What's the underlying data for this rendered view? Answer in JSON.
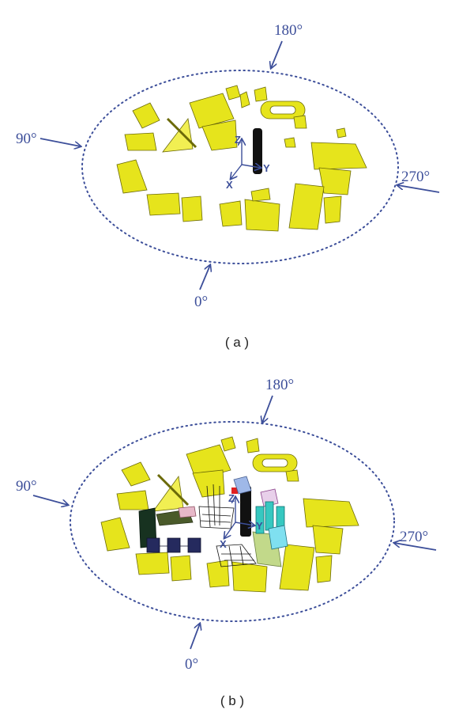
{
  "colors": {
    "annotation": "#3d4f9a",
    "buildings": "#e6e41c",
    "background": "#ffffff"
  },
  "panels": [
    {
      "caption": "( a )",
      "angles": {
        "north": "180°",
        "west": "90°",
        "east": "270°",
        "south": "0°"
      },
      "axes": {
        "z": "Z",
        "y": "Y",
        "x": "X"
      }
    },
    {
      "caption": "( b )",
      "angles": {
        "north": "180°",
        "west": "90°",
        "east": "270°",
        "south": "0°"
      },
      "axes": {
        "z": "Z",
        "y": "Y",
        "x": "X"
      }
    }
  ]
}
